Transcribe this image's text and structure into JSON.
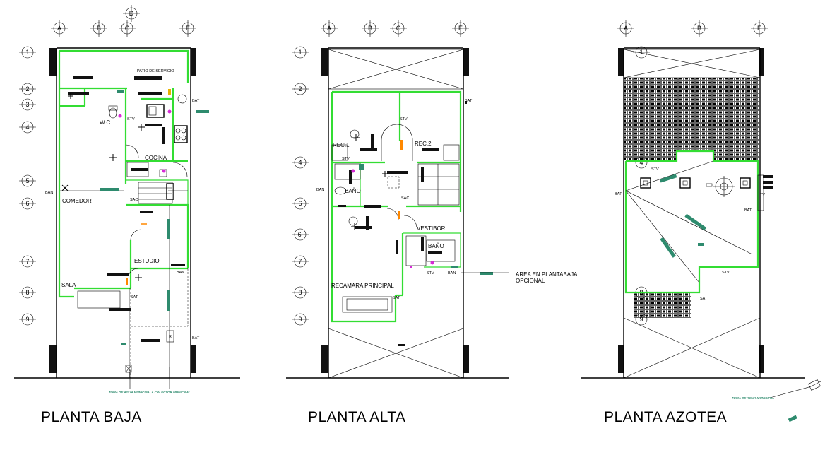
{
  "plans": [
    {
      "title": "PLANTA BAJA",
      "rooms": [
        "PATIO DE SERVICIO",
        "W.C.",
        "COCINA",
        "COMEDOR",
        "ESTUDIO",
        "SALA"
      ],
      "tags": [
        "BAT",
        "STV",
        "BAN",
        "SAC",
        "BAN",
        "SAT",
        "BAT"
      ],
      "notes": [
        "TOMA DE AGUA MUNICIPAL",
        "A COLECTOR MUNICIPAL"
      ]
    },
    {
      "title": "PLANTA ALTA",
      "rooms": [
        "REC.1",
        "REC.2",
        "BAÑO",
        "VESTIBOR",
        "BAÑO",
        "RECAMARA PRINCIPAL"
      ],
      "tags": [
        "BAT",
        "STV",
        "STV",
        "BAN",
        "SAC",
        "STV",
        "BAN",
        "SAT"
      ],
      "callout": [
        "AREA EN PLANTABAJA",
        "OPCIONAL"
      ]
    },
    {
      "title": "PLANTA AZOTEA",
      "tags": [
        "STV",
        "BAP",
        "TV",
        "BAT",
        "STV",
        "SAT"
      ],
      "notes": [
        "TOMA DE AGUA MUNICIPAL"
      ]
    }
  ],
  "grid_axes": {
    "letters": [
      "A",
      "B",
      "C",
      "D",
      "E"
    ],
    "numbers": [
      "1",
      "2",
      "3",
      "4",
      "5",
      "6",
      "6'",
      "7",
      "8",
      "9"
    ]
  }
}
